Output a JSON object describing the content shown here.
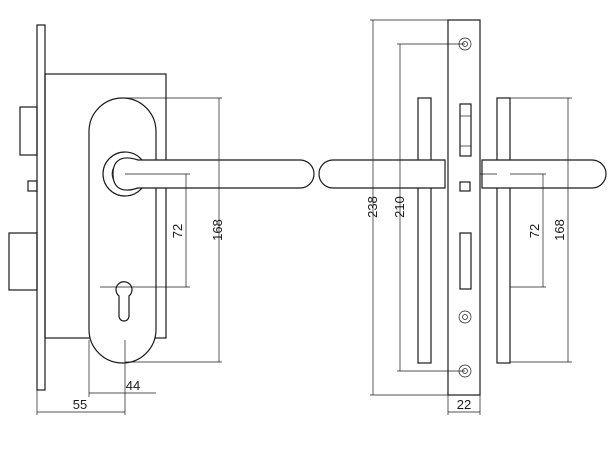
{
  "dimensions": {
    "backset": "55",
    "plate_width": "44",
    "handle_to_key_left": "72",
    "plate_height_left": "168",
    "total_length": "238",
    "screw_distance": "210",
    "handle_to_key_right": "72",
    "plate_height_right": "168",
    "forend_width": "22"
  }
}
